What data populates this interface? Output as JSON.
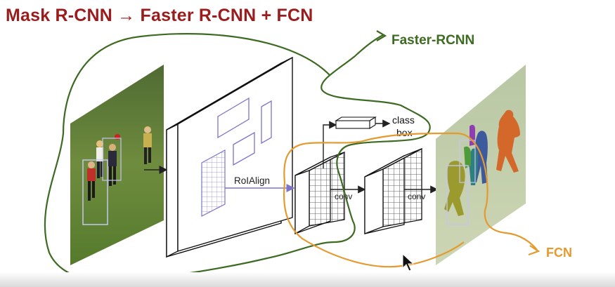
{
  "slide": {
    "title": "Mask R-CNN → Faster R-CNN + FCN"
  },
  "diagram": {
    "roi_label": "RoIAlign",
    "conv1_label": "conv",
    "conv2_label": "conv",
    "class_box_line1": "class",
    "class_box_line2": "box",
    "faster_rcnn_label": "Faster-RCNN",
    "fcn_label": "FCN"
  },
  "colors": {
    "title": "#9b1c1c",
    "faster_rcnn": "#3d6b22",
    "fcn": "#e49a2e",
    "roi_boxes": "#7b74c8",
    "grid": "#333333"
  },
  "icons": {
    "cursor": "mouse-pointer-icon"
  }
}
